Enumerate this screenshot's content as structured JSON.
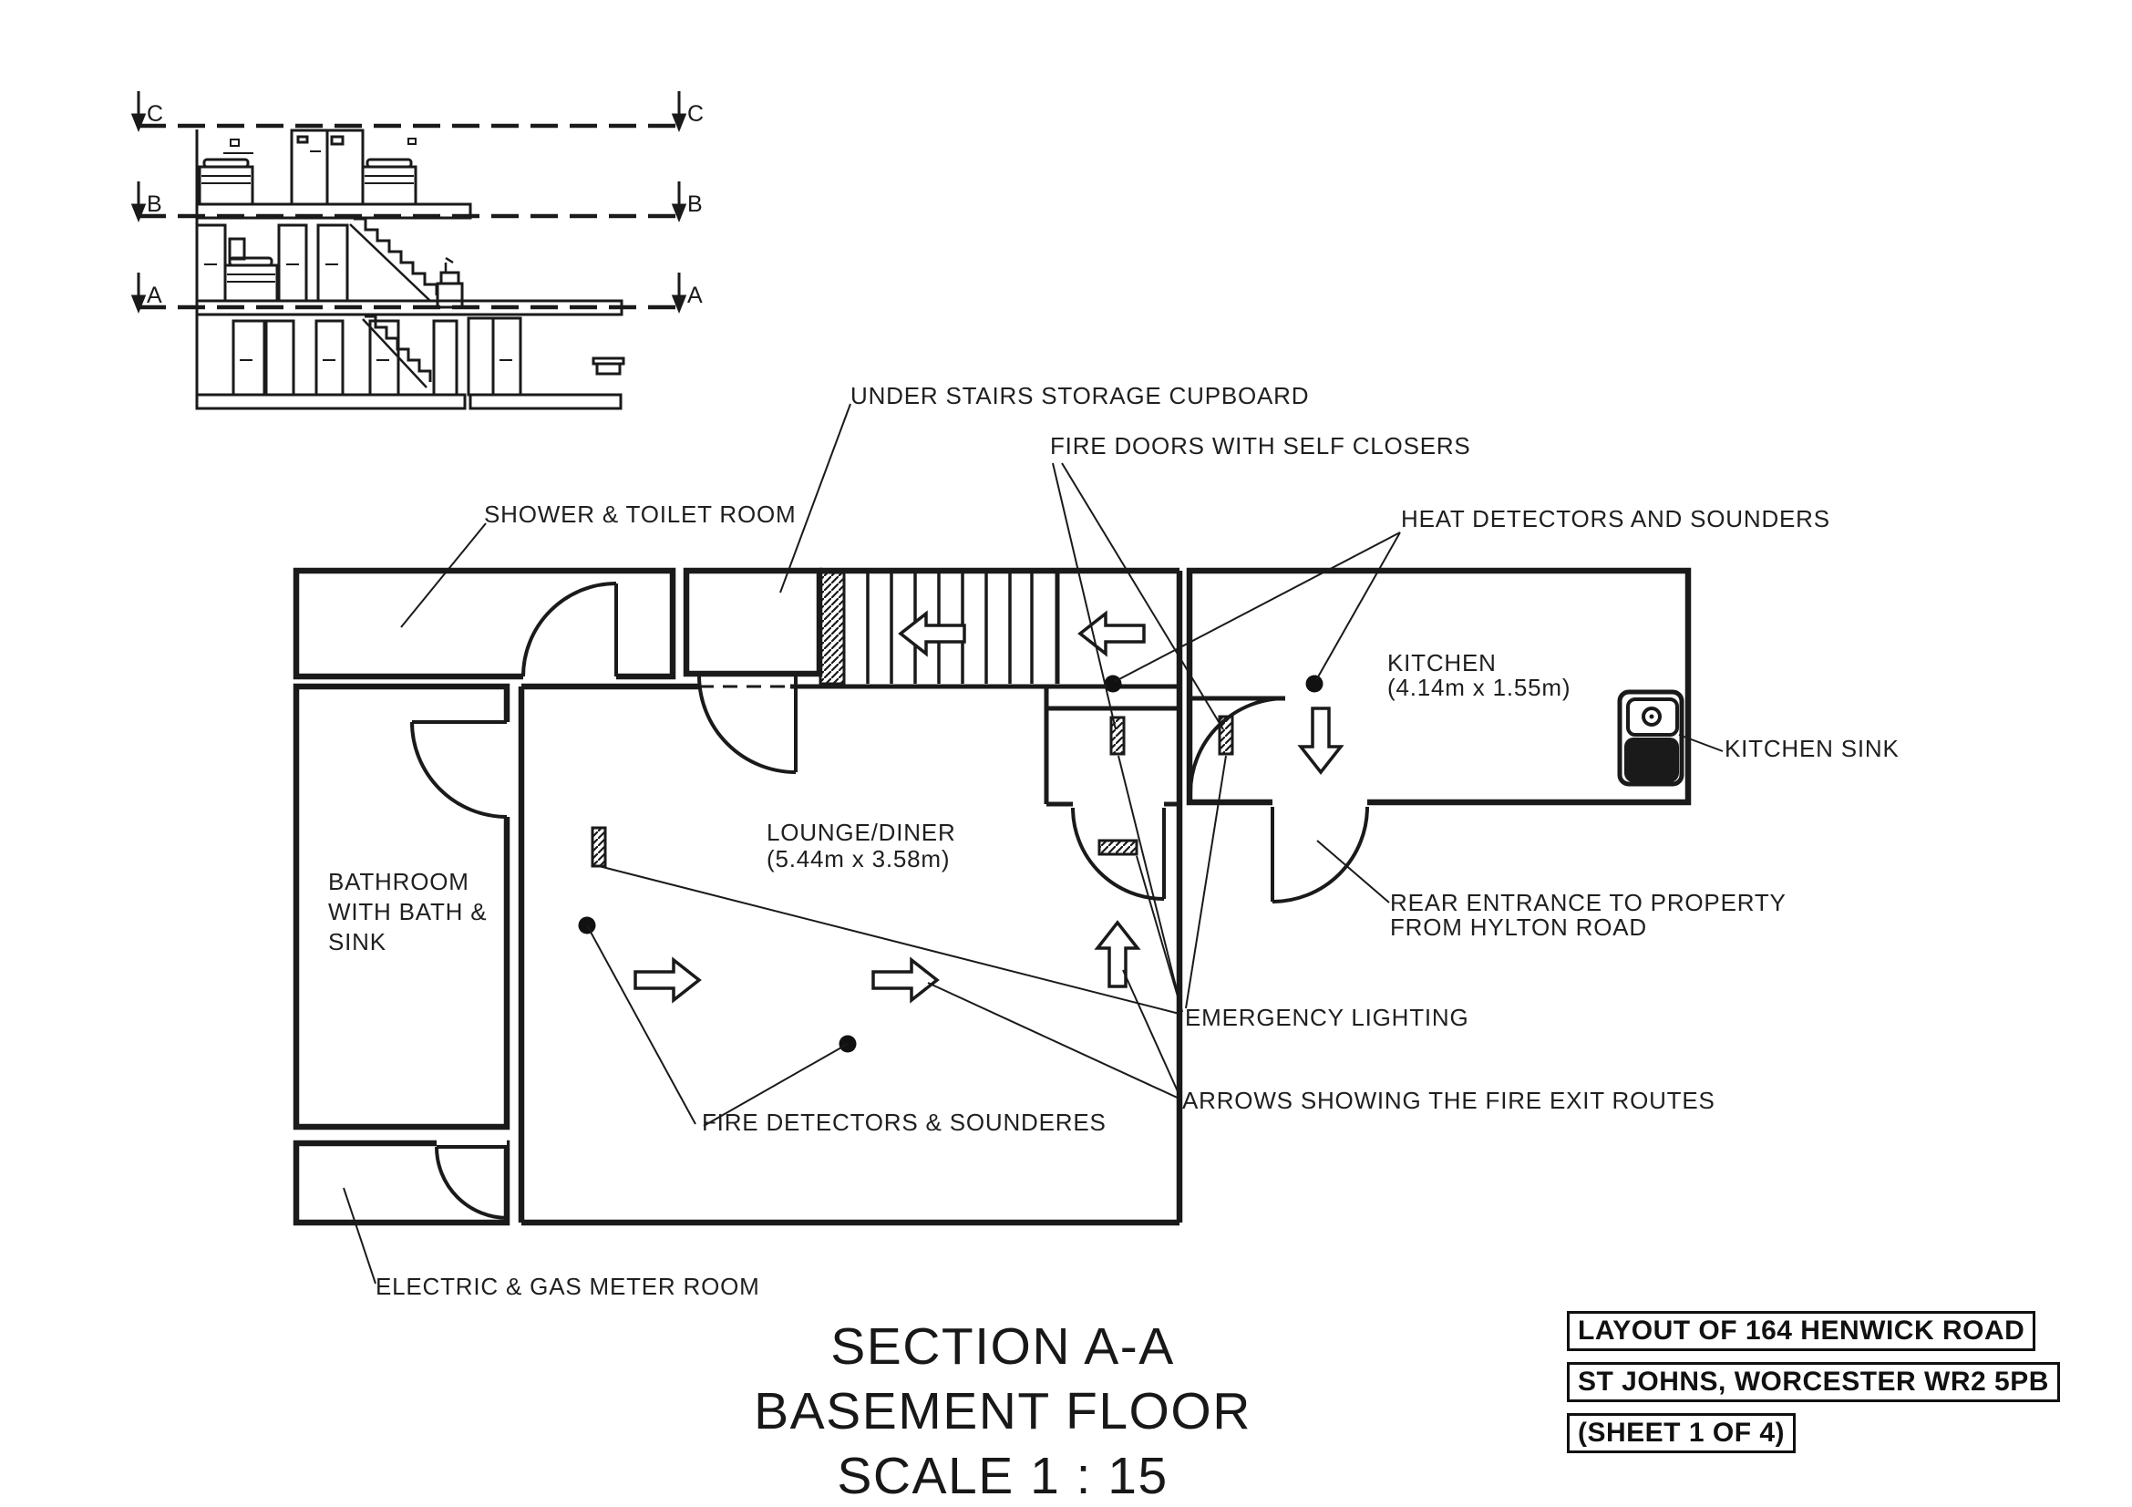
{
  "document": {
    "title_lines": [
      "SECTION A-A",
      "BASEMENT FLOOR",
      "SCALE 1 : 15"
    ],
    "title_block": [
      "LAYOUT OF 164 HENWICK ROAD",
      "ST JOHNS, WORCESTER WR2 5PB",
      "(SHEET 1 OF 4)"
    ]
  },
  "section_markers": [
    "C",
    "B",
    "A"
  ],
  "labels": {
    "shower": "SHOWER & TOILET ROOM",
    "cupboard": "UNDER STAIRS STORAGE CUPBOARD",
    "fire_doors": "FIRE DOORS WITH SELF CLOSERS",
    "heat_detectors": "HEAT DETECTORS AND SOUNDERS",
    "kitchen_name": "KITCHEN",
    "kitchen_dims": "(4.14m x 1.55m)",
    "kitchen_sink": "KITCHEN SINK",
    "rear_line1": "REAR ENTRANCE TO PROPERTY",
    "rear_line2": "FROM HYLTON ROAD",
    "lounge_name": "LOUNGE/DINER",
    "lounge_dims": "(5.44m x 3.58m)",
    "bathroom": [
      "BATHROOM",
      "WITH BATH &",
      "SINK"
    ],
    "emergency": "EMERGENCY LIGHTING",
    "arrows_route": "ARROWS SHOWING THE FIRE EXIT ROUTES",
    "fire_detectors": "FIRE DETECTORS & SOUNDERES",
    "meter": "ELECTRIC & GAS METER ROOM"
  },
  "colors": {
    "ink": "#1a1a1a",
    "background": "#ffffff"
  }
}
